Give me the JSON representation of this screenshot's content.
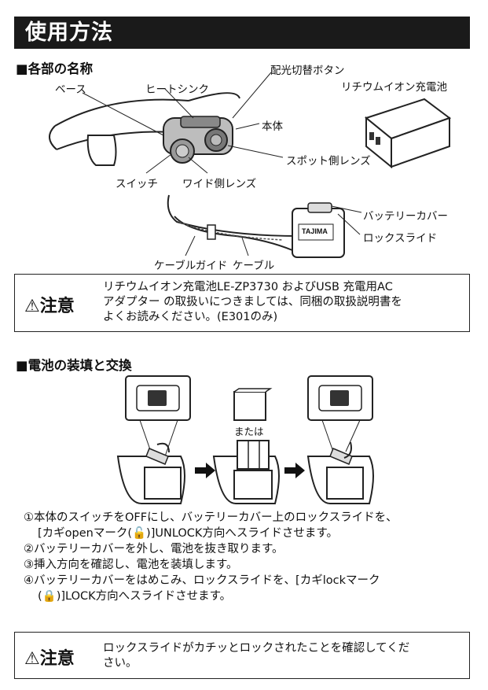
{
  "title": "使用方法",
  "parts": {
    "heading": "■各部の名称",
    "labels": {
      "light_switch_button": "配光切替ボタン",
      "base": "ベース",
      "heat_sink": "ヒートシンク",
      "body": "本体",
      "spot_lens": "スポット側レンズ",
      "switch": "スイッチ",
      "wide_lens": "ワイド側レンズ",
      "battery": "リチウムイオン充電池",
      "battery_cover": "バッテリーカバー",
      "lock_slide": "ロックスライド",
      "cable_guide": "ケーブルガイド",
      "cable": "ケーブル",
      "logo": "TAJIMA"
    }
  },
  "caution1": {
    "label": "注意",
    "lines": [
      "リチウムイオン充電池LE-ZP3730 およびUSB 充電用AC",
      "アダプター の取扱いにつきましては、同梱の取扱説明書を",
      "よくお読みください。(E301のみ)"
    ]
  },
  "battery_section": {
    "heading": "■電池の装填と交換",
    "or_label": "または",
    "steps": [
      "①本体のスイッチをOFFにし、バッテリーカバー上のロックスライドを、",
      "[カギopenマーク(🔓)]UNLOCK方向へスライドさせます。",
      "②バッテリーカバーを外し、電池を抜き取ります。",
      "③挿入方向を確認し、電池を装填します。",
      "④バッテリーカバーをはめこみ、ロックスライドを、[カギlockマーク",
      "(🔒)]LOCK方向へスライドさせます。"
    ]
  },
  "caution2": {
    "label": "注意",
    "lines": [
      "ロックスライドがカチッとロックされたことを確認してくだ",
      "さい。"
    ]
  }
}
